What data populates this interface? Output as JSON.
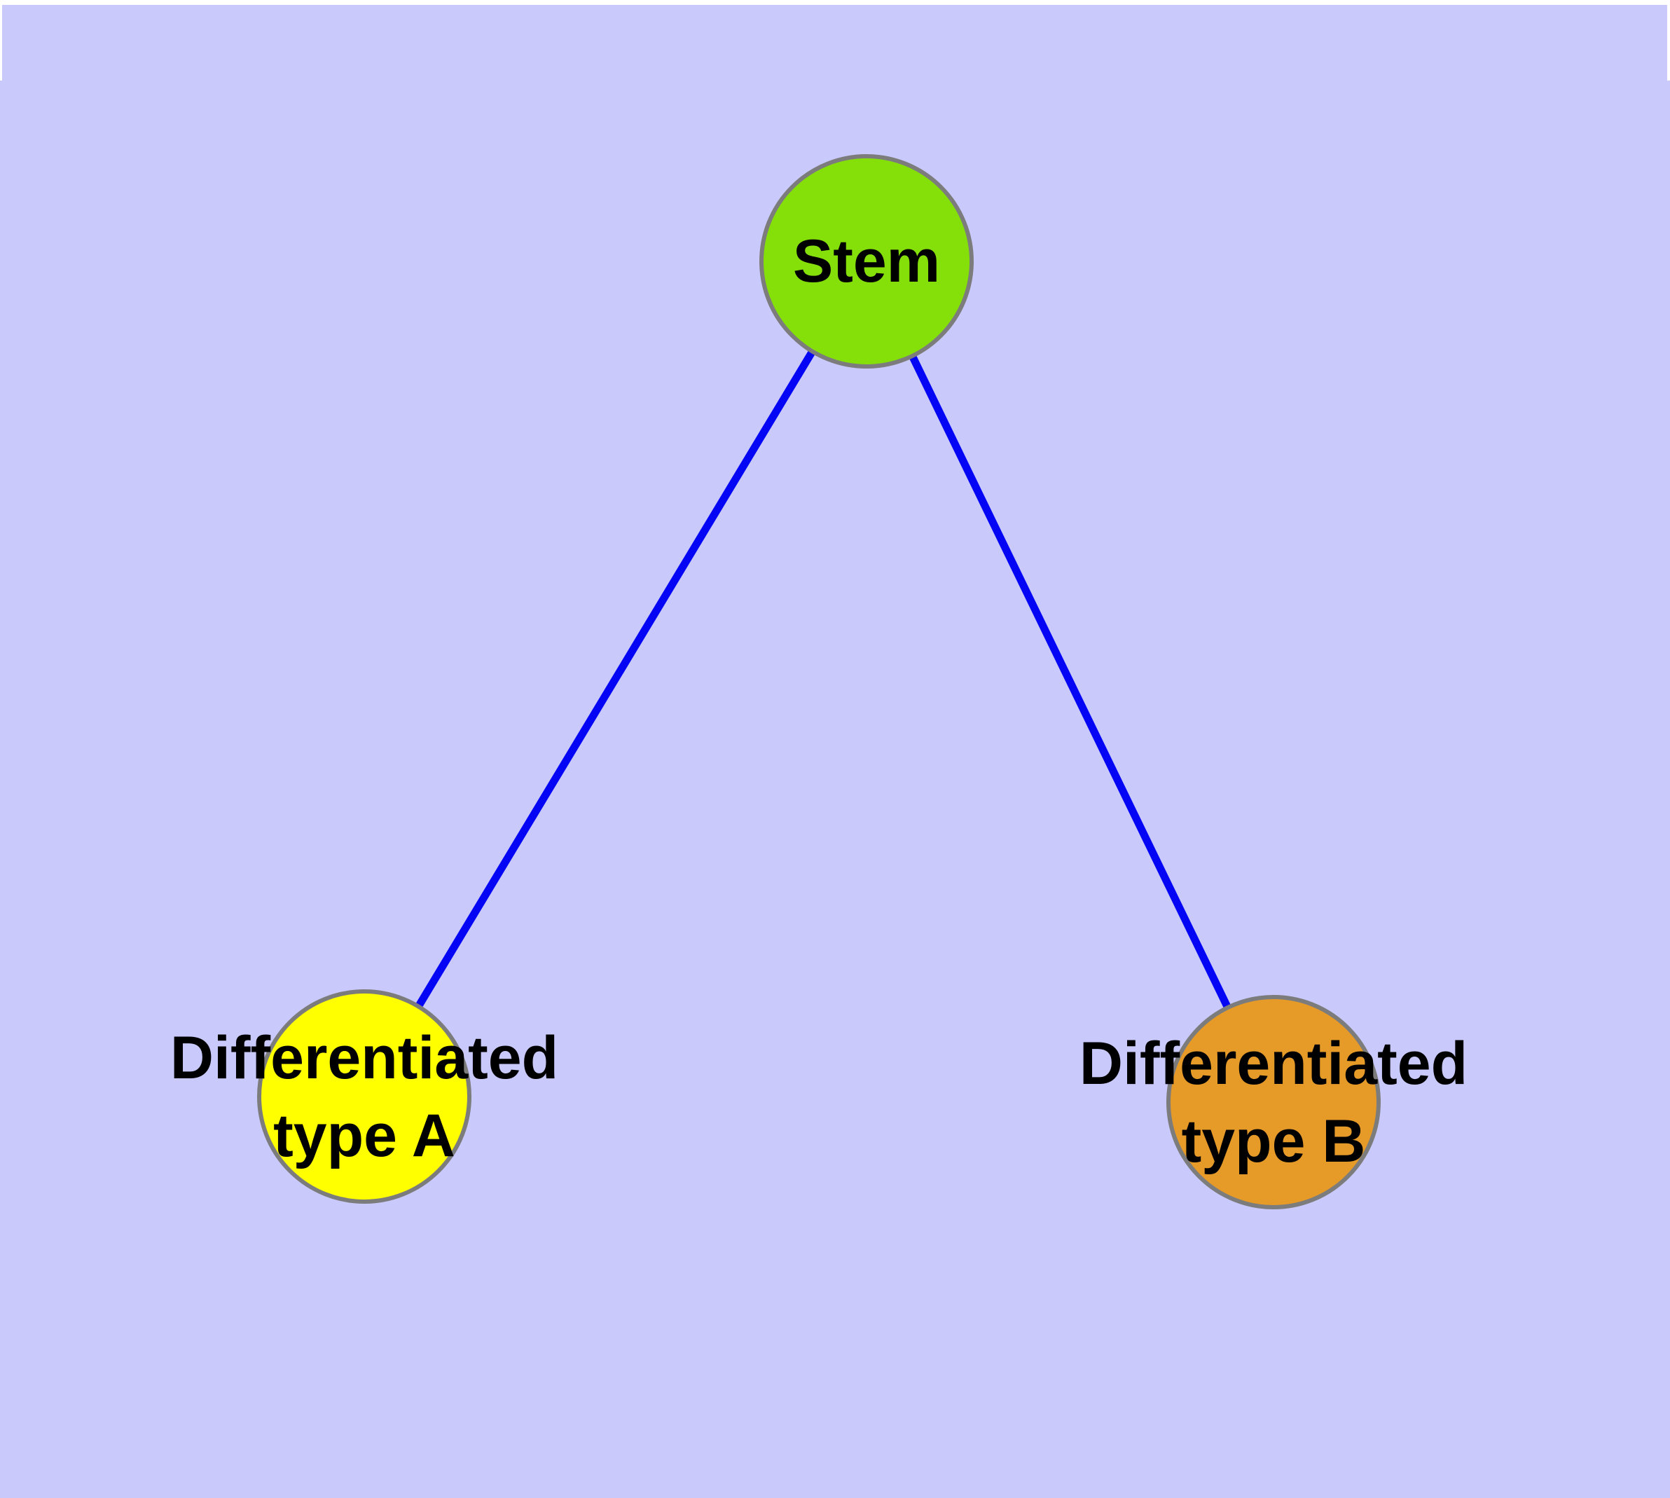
{
  "colors": {
    "background": "#C9C9FC",
    "margin": "#FFFFFF",
    "edge": "#0505F5",
    "node_border": "#7C7C7C",
    "label_text": "#000000"
  },
  "nodes": [
    {
      "id": "stem",
      "lines": [
        "Stem"
      ],
      "color": "#85E00A"
    },
    {
      "id": "differentiated-type-a",
      "lines": [
        "Differentiated",
        "type A"
      ],
      "color": "#FFFF00"
    },
    {
      "id": "differentiated-type-b",
      "lines": [
        "Differentiated",
        "type B"
      ],
      "color": "#E69A28"
    }
  ],
  "edges": [
    {
      "from": "stem",
      "to": "differentiated-type-a"
    },
    {
      "from": "stem",
      "to": "differentiated-type-b"
    }
  ]
}
